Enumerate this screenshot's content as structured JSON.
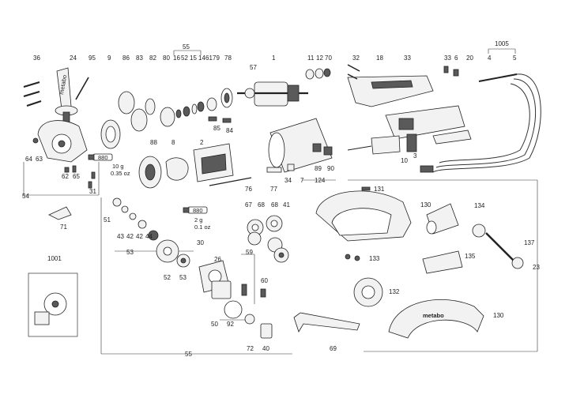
{
  "part_numbers": {
    "p1": "1",
    "p2": "2",
    "p3": "3",
    "p4": "4",
    "p5": "5",
    "p8": "8",
    "p9": "9",
    "p10": "10",
    "p11": "11",
    "p12": "12",
    "p14": "14",
    "p15": "15",
    "p16": "16",
    "p18": "18",
    "p20": "20",
    "p23": "23",
    "p24": "24",
    "p26": "26",
    "p30": "30",
    "p31": "31",
    "p32": "32",
    "p33a": "33",
    "p33b": "33",
    "p34": "34",
    "p36": "36",
    "p40": "40",
    "p41": "41",
    "p42": "42",
    "p43": "43",
    "p44": "44",
    "p50": "50",
    "p51": "51",
    "p52": "52",
    "p52b": "52",
    "p53": "53",
    "p53b": "53",
    "p54": "54",
    "p55top": "55",
    "p55bottom": "55",
    "p57": "57",
    "p59": "59",
    "p60": "60",
    "p61": "61",
    "p62": "62",
    "p63": "63",
    "p64": "64",
    "p65": "65",
    "p67": "67",
    "p68a": "68",
    "p68b": "68",
    "p69": "69",
    "p70": "70",
    "p71": "71",
    "p72": "72",
    "p76": "76",
    "p77": "77",
    "p78": "78",
    "p79": "79",
    "p80": "80",
    "p82": "82",
    "p83": "83",
    "p84": "84",
    "p85": "85",
    "p86": "86",
    "p88": "88",
    "p89": "89",
    "p90": "90",
    "p92": "92",
    "p95": "95",
    "p124": "124",
    "p130a": "130",
    "p130b": "130",
    "p131": "131",
    "p132": "132",
    "p133": "133",
    "p134": "134",
    "p135": "135",
    "p137": "137",
    "p1001": "1001",
    "p1005": "1005",
    "p6": "6",
    "p7": "7"
  },
  "grease_notes": {
    "g1_amount": "10 g",
    "g1_oz": "0.35 oz",
    "g1_tube": "880",
    "g2_amount": "2 g",
    "g2_oz": "0.1 oz",
    "g2_tube": "880"
  },
  "guard_brand": "metabo",
  "grip_brand": "metabo"
}
